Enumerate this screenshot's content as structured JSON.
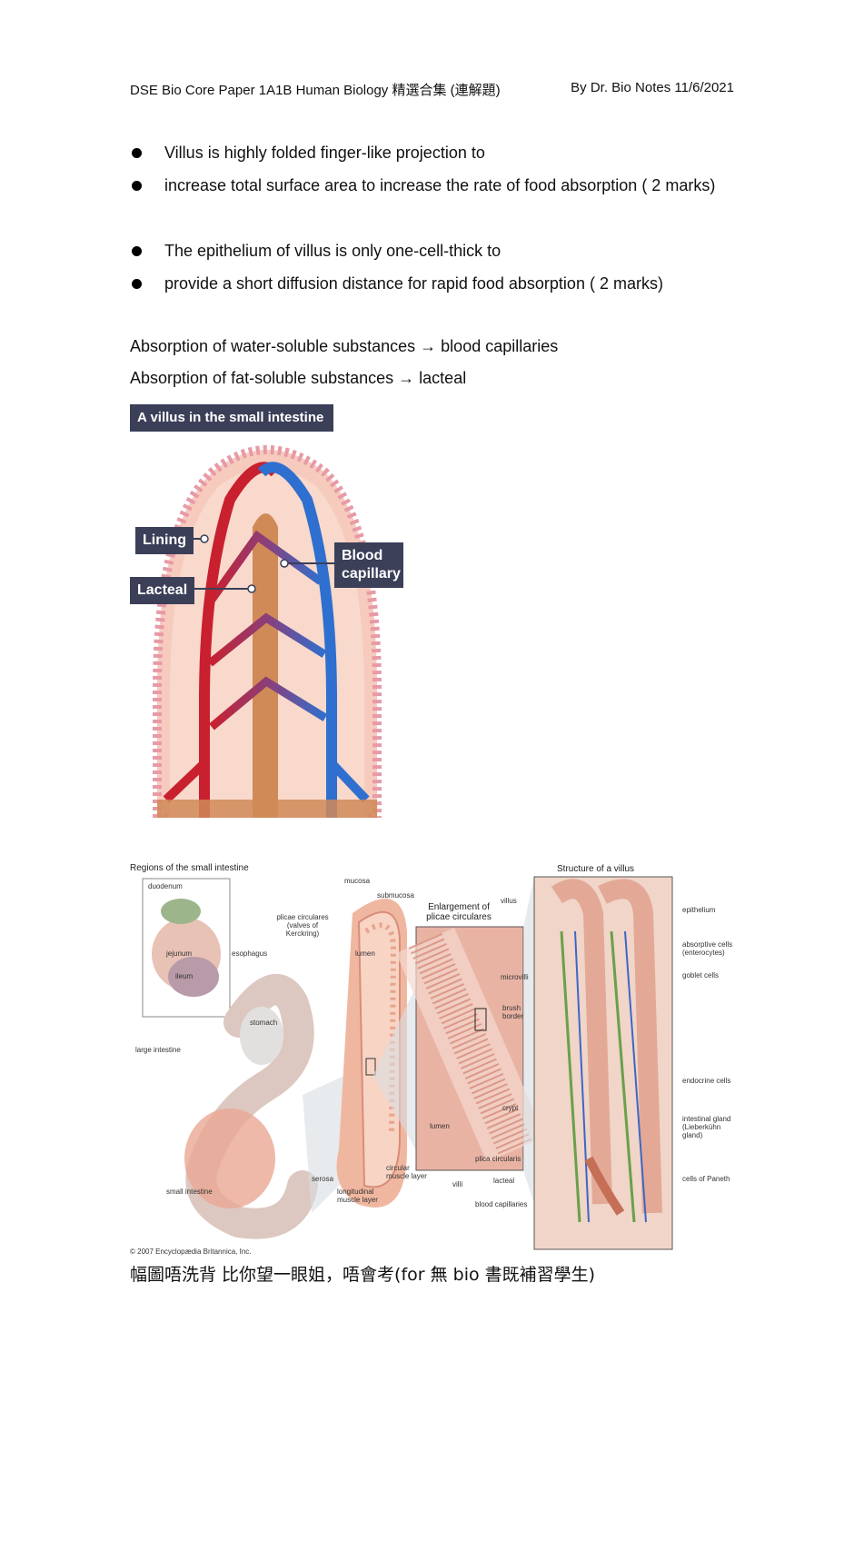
{
  "header": {
    "left": "DSE Bio Core Paper 1A1B Human Biology 精選合集 (連解題)",
    "right": "By Dr. Bio Notes 11/6/2021"
  },
  "bullets": [
    "Villus is highly folded finger-like projection to",
    "increase total surface area to increase the rate of food absorption ( 2 marks)",
    "The epithelium of villus is only one-cell-thick to",
    "provide a short diffusion distance for rapid food absorption    ( 2 marks)"
  ],
  "absorption": {
    "water": "Absorption of water-soluble substances → blood capillaries",
    "fat": "Absorption of fat-soluble substances → lacteal"
  },
  "figure1": {
    "title": "A villus in the small intestine",
    "labels": {
      "lining": "Lining",
      "lacteal": "Lacteal",
      "blood": "Blood capillary"
    }
  },
  "figure2": {
    "regions_title": "Regions of the small intestine",
    "enlargement_title": "Enlargement of plicae circulares",
    "structure_title": "Structure of a villus",
    "labels": {
      "duodenum": "duodenum",
      "jejunum": "jejunum",
      "ileum": "ileum",
      "esophagus": "esophagus",
      "stomach": "stomach",
      "large_intestine": "large intestine",
      "small_intestine": "small intestine",
      "mucosa": "mucosa",
      "submucosa": "submucosa",
      "plicae": "plicae circulares (valves of Kerckring)",
      "lumen": "lumen",
      "serosa": "serosa",
      "longitudinal": "longitudinal muscle layer",
      "circular": "circular muscle layer",
      "villi": "villi",
      "plica": "plica circularis",
      "lumen2": "lumen",
      "villus": "villus",
      "microvilli": "microvilli",
      "brush": "brush border",
      "crypt": "crypt",
      "lacteal": "lacteal",
      "blood_caps": "blood capillaries",
      "epithelium": "epithelium",
      "absorptive": "absorptive cells (enterocytes)",
      "goblet": "goblet cells",
      "endocrine": "endocrine cells",
      "gland": "intestinal gland (Lieberkühn gland)",
      "paneth": "cells of Paneth",
      "copyright": "© 2007 Encyclopædia Britannica, Inc."
    }
  },
  "caption": "幅圖唔洗背  比你望一眼姐，唔會考(for  無 bio 書既補習學生)"
}
